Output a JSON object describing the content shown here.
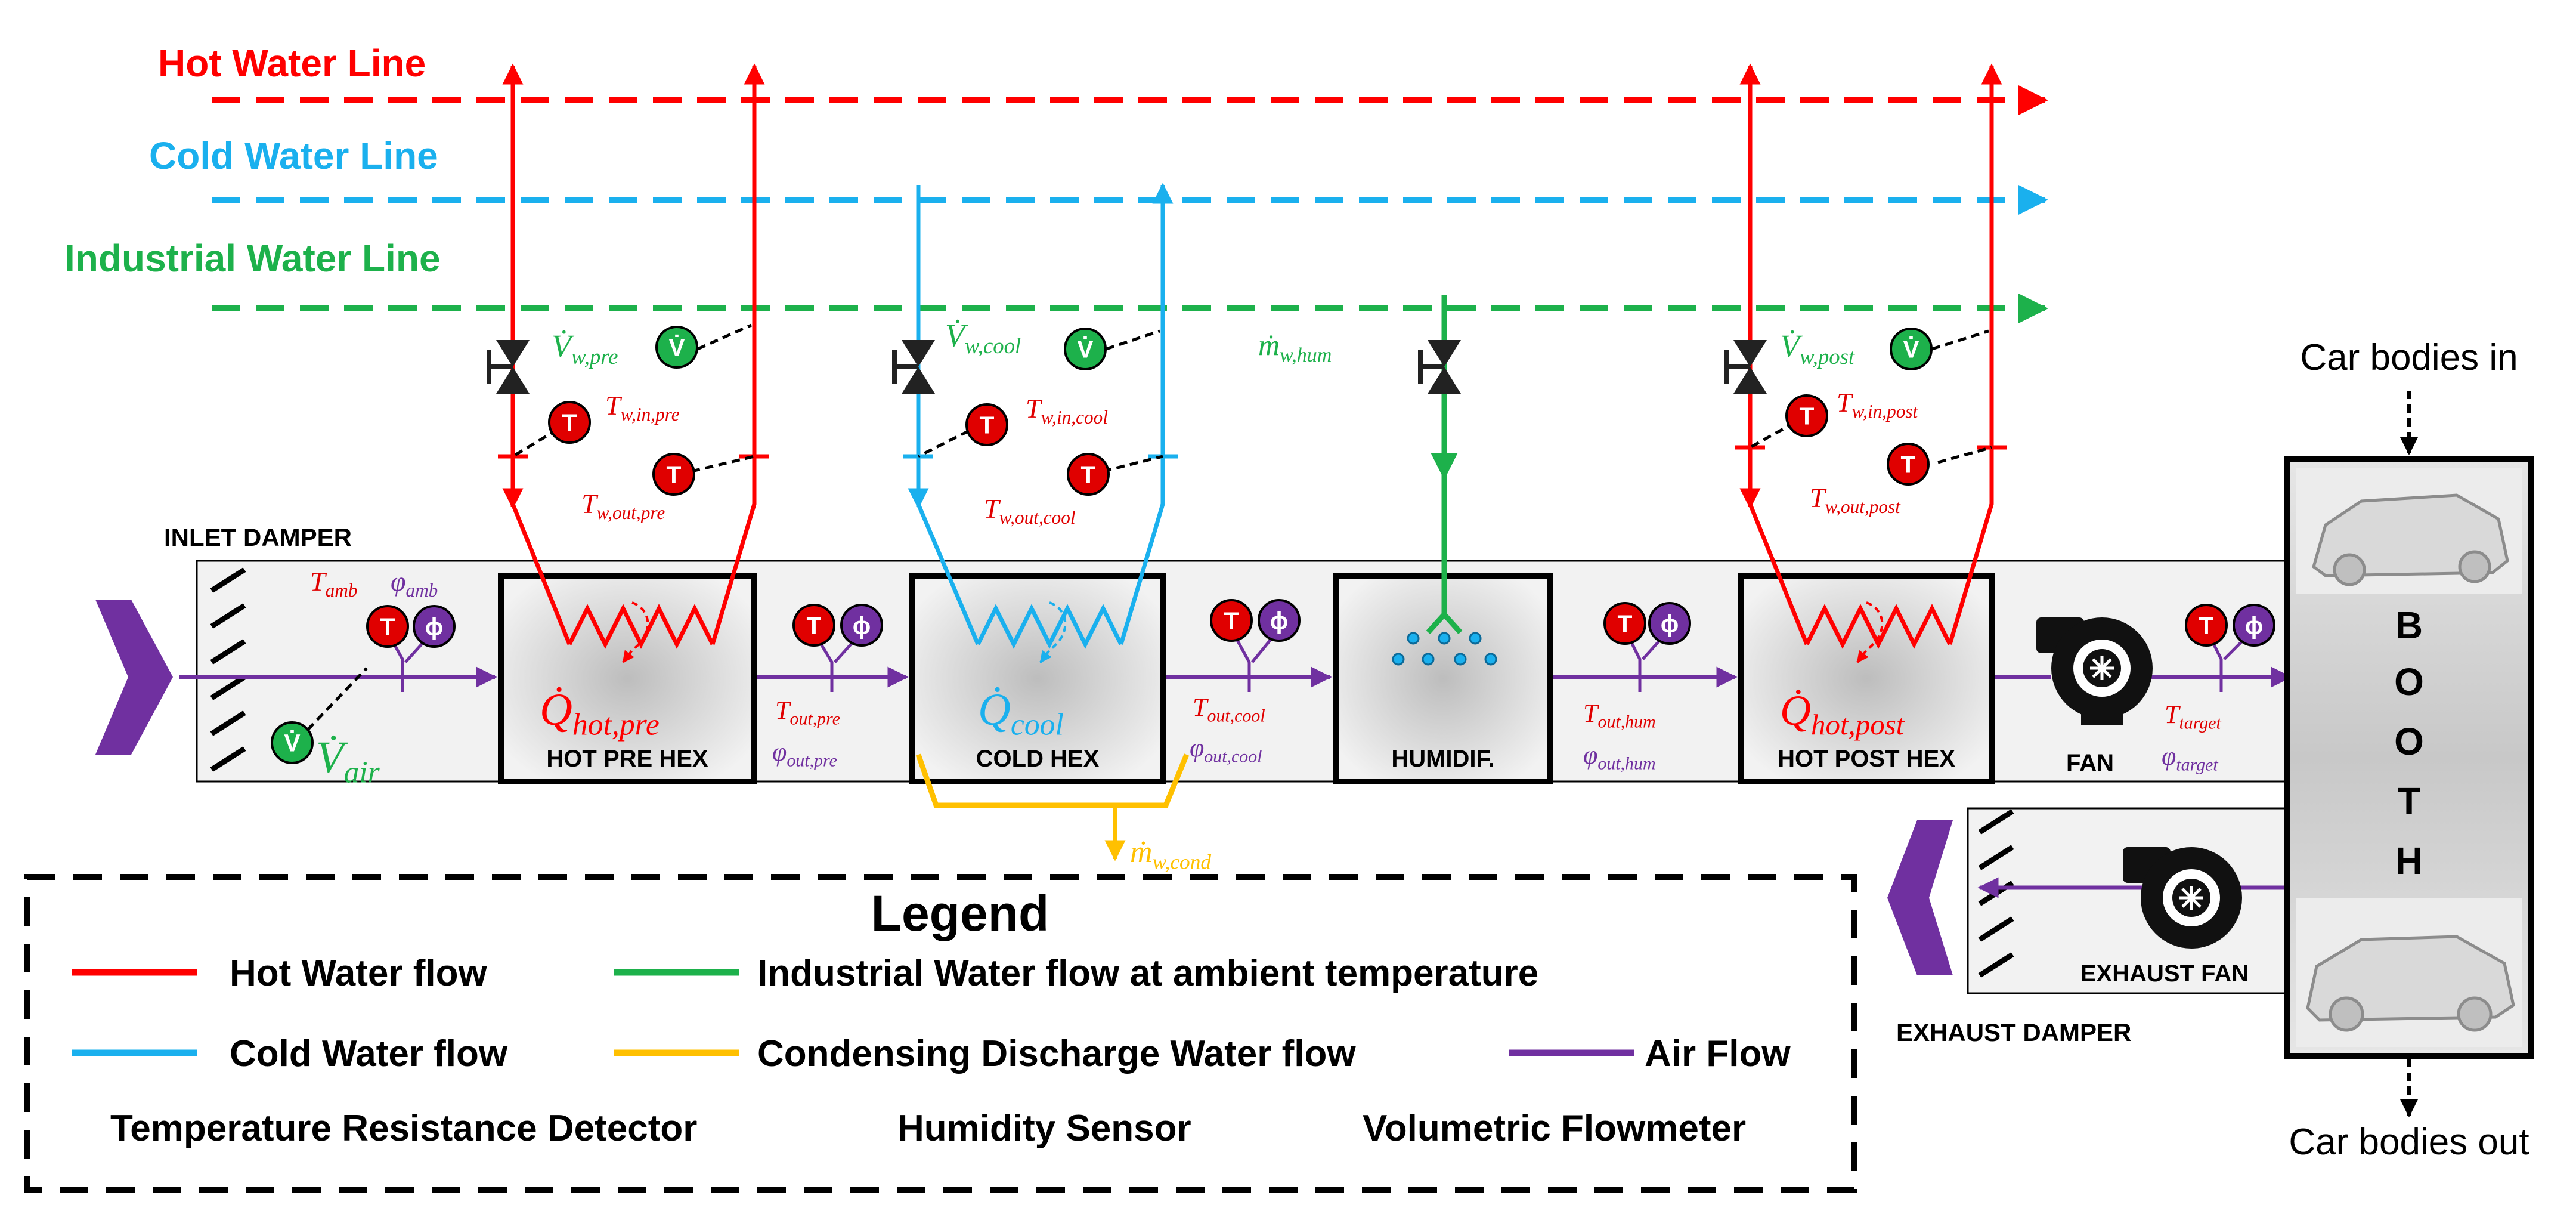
{
  "lines": {
    "hot": "Hot Water Line",
    "cold": "Cold Water Line",
    "industrial": "Industrial Water Line"
  },
  "units": {
    "inlet_damper": "INLET DAMPER",
    "hot_pre_hex": "HOT PRE HEX",
    "cold_hex": "COLD HEX",
    "humidifier": "HUMIDIF.",
    "hot_post_hex": "HOT POST HEX",
    "fan": "FAN",
    "exhaust_fan": "EXHAUST FAN",
    "exhaust_damper": "EXHAUST DAMPER"
  },
  "booth": {
    "letters": [
      "B",
      "O",
      "O",
      "T",
      "H"
    ],
    "in": "Car bodies in",
    "out": "Car bodies out"
  },
  "heat": {
    "pre": {
      "sym": "Q̇",
      "sub": "hot,pre"
    },
    "cool": {
      "sym": "Q̇",
      "sub": "cool"
    },
    "post": {
      "sym": "Q̇",
      "sub": "hot,post"
    }
  },
  "measurements": {
    "v_w_pre": {
      "sym": "V̇",
      "sub": "w,pre"
    },
    "v_w_cool": {
      "sym": "V̇",
      "sub": "w,cool"
    },
    "v_w_post": {
      "sym": "V̇",
      "sub": "w,post"
    },
    "m_w_hum": {
      "sym": "ṁ",
      "sub": "w,hum"
    },
    "m_w_cond": {
      "sym": "ṁ",
      "sub": "w,cond"
    },
    "v_air": {
      "sym": "V̇",
      "sub": "air"
    },
    "t_w_in_pre": {
      "sym": "T",
      "sub": "w,in,pre"
    },
    "t_w_out_pre": {
      "sym": "T",
      "sub": "w,out,pre"
    },
    "t_w_in_cool": {
      "sym": "T",
      "sub": "w,in,cool"
    },
    "t_w_out_cool": {
      "sym": "T",
      "sub": "w,out,cool"
    },
    "t_w_in_post": {
      "sym": "T",
      "sub": "w,in,post"
    },
    "t_w_out_post": {
      "sym": "T",
      "sub": "w,out,post"
    },
    "t_amb": {
      "sym": "T",
      "sub": "amb"
    },
    "phi_amb": {
      "sym": "φ",
      "sub": "amb"
    },
    "t_out_pre": {
      "sym": "T",
      "sub": "out,pre"
    },
    "phi_out_pre": {
      "sym": "φ",
      "sub": "out,pre"
    },
    "t_out_cool": {
      "sym": "T",
      "sub": "out,cool"
    },
    "phi_out_cool": {
      "sym": "φ",
      "sub": "out,cool"
    },
    "t_out_hum": {
      "sym": "T",
      "sub": "out,hum"
    },
    "phi_out_hum": {
      "sym": "φ",
      "sub": "out,hum"
    },
    "t_target": {
      "sym": "T",
      "sub": "target"
    },
    "phi_target": {
      "sym": "φ",
      "sub": "target"
    }
  },
  "sensor_glyphs": {
    "temperature": "T",
    "humidity": "ϕ",
    "flow": "V̇"
  },
  "legend": {
    "title": "Legend",
    "hot": "Hot Water flow",
    "industrial": "Industrial Water flow at ambient temperature",
    "cold": "Cold Water flow",
    "condensing": "Condensing Discharge Water flow",
    "air": "Air Flow",
    "temp_sensor": "Temperature Resistance Detector",
    "hum_sensor": "Humidity Sensor",
    "flowmeter": "Volumetric Flowmeter"
  },
  "colors": {
    "hot": "#ff0000",
    "cold": "#1ab0ee",
    "industrial": "#1db14b",
    "condensing": "#ffc000",
    "air": "#7030a0",
    "temp_sensor": "#e00000",
    "hum_sensor": "#7030a0",
    "flowmeter": "#1db14b"
  }
}
